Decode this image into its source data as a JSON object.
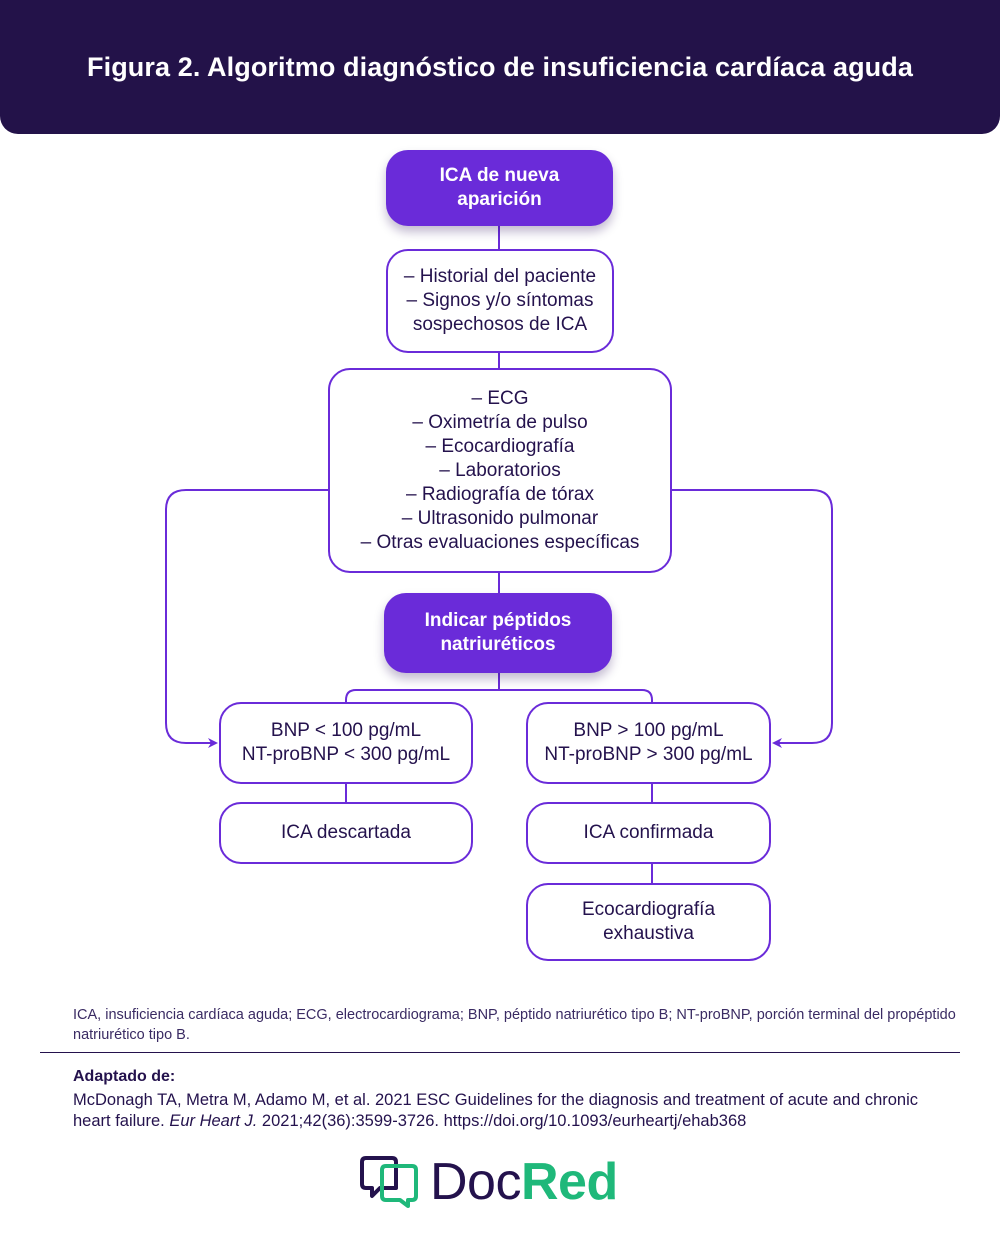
{
  "header": {
    "title": "Figura 2. Algoritmo diagnóstico de insuficiencia cardíaca aguda"
  },
  "flow": {
    "start": [
      "ICA de nueva",
      "aparición"
    ],
    "history": [
      "– Historial del paciente",
      "– Signos y/o síntomas",
      "sospechosos de ICA"
    ],
    "tests": [
      "– ECG",
      "– Oximetría de pulso",
      "– Ecocardiografía",
      "– Laboratorios",
      "– Radiografía de tórax",
      "– Ultrasonido pulmonar",
      "– Otras evaluaciones específicas"
    ],
    "peptides": [
      "Indicar péptidos",
      "natriuréticos"
    ],
    "low": [
      "BNP < 100 pg/mL",
      "NT-proBNP < 300 pg/mL"
    ],
    "high": [
      "BNP > 100 pg/mL",
      "NT-proBNP > 300 pg/mL"
    ],
    "ruled_out": "ICA descartada",
    "confirmed": "ICA confirmada",
    "echo": [
      "Ecocardiografía",
      "exhaustiva"
    ]
  },
  "colors": {
    "header_bg": "#231249",
    "accent": "#6a2bd9",
    "text": "#24124d",
    "brand_green": "#1fb87a"
  },
  "footnote": "ICA, insuficiencia cardíaca aguda; ECG, electrocardiograma; BNP, péptido natriurético tipo B; NT-proBNP, porción terminal del propéptido natriurético tipo B.",
  "source": {
    "label": "Adaptado de:",
    "text_before": "McDonagh TA, Metra M, Adamo M, et al. 2021 ESC Guidelines for the diagnosis and treatment of acute and chronic heart failure. ",
    "journal": "Eur Heart J.",
    "text_after": " 2021;42(36):3599-3726. https://doi.org/10.1093/eurheartj/ehab368"
  },
  "logo": {
    "doc": "Doc",
    "red": "Red",
    "icon": "chat-bubbles-icon"
  }
}
